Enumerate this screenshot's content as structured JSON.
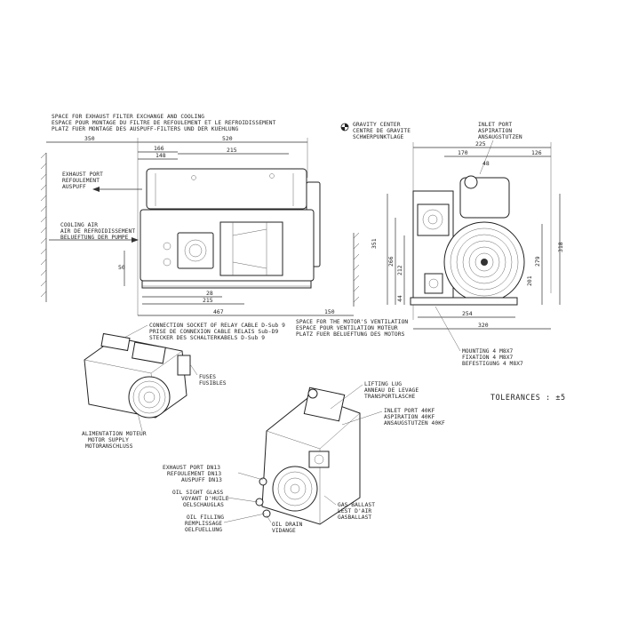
{
  "labels": {
    "exhaust_filter_space": [
      "SPACE FOR EXHAUST FILTER EXCHANGE AND COOLING",
      "ESPACE POUR MONTAGE DU FILTRE DE REFOULEMENT ET LE REFROIDISSEMENT",
      "PLATZ FUER MONTAGE DES AUSPUFF-FILTERS UND DER KUEHLUNG"
    ],
    "gravity_center": [
      "GRAVITY CENTER",
      "CENTRE DE GRAVITE",
      "SCHWERPUNKTLAGE"
    ],
    "inlet_port_top": [
      "INLET PORT",
      "ASPIRATION",
      "ANSAUGSTUTZEN"
    ],
    "exhaust_port_left": [
      "EXHAUST PORT",
      "REFOULEMENT",
      "AUSPUFF"
    ],
    "cooling_air": [
      "COOLING AIR",
      "AIR DE REFROIDISSEMENT",
      "BELUEFTUNG DER PUMPE"
    ],
    "connection_socket": [
      "CONNECTION SOCKET OF RELAY CABLE D-Sub 9",
      "PRISE DE CONNEXION CABLE RELAIS Sub-D9",
      "STECKER DES SCHALTERKABELS D-Sub 9"
    ],
    "motor_ventilation": [
      "SPACE FOR THE MOTOR'S VENTILATION",
      "ESPACE POUR VENTILATION MOTEUR",
      "PLATZ FUER BELUEFTUNG DES MOTORS"
    ],
    "mounting": [
      "MOUNTING 4 M8X7",
      "FIXATION 4 M8X7",
      "BEFESTIGUNG 4 M8X7"
    ],
    "fuses": [
      "FUSES",
      "FUSIBLES"
    ],
    "power_supply": [
      "ALIMENTATION MOTEUR",
      "MOTOR SUPPLY",
      "MOTORANSCHLUSS"
    ],
    "lifting_lug": [
      "LIFTING LUG",
      "ANNEAU DE LEVAGE",
      "TRANSPORTLASCHE"
    ],
    "inlet_port_iso": [
      "INLET PORT 40KF",
      "ASPIRATION 40KF",
      "ANSAUGSTUTZEN 40KF"
    ],
    "exhaust_port_iso": [
      "EXHAUST PORT DN13",
      "REFOULEMENT DN13",
      "AUSPUFF DN13"
    ],
    "oil_sight_glass": [
      "OIL SIGHT GLASS",
      "VOYANT D'HUILE",
      "OELSCHAUGLAS"
    ],
    "oil_filling": [
      "OIL FILLING",
      "REMPLISSAGE",
      "OELFUELLUNG"
    ],
    "oil_drain": [
      "OIL DRAIN",
      "VIDANGE"
    ],
    "gas_ballast": [
      "GAS BALLAST",
      "LEST D'AIR",
      "GASBALLAST"
    ],
    "tolerances": "TOLERANCES : ±5"
  },
  "dimensions": {
    "d350": "350",
    "d520": "520",
    "d166": "166",
    "d148": "148",
    "d215a": "215",
    "d50": "50",
    "d28": "28",
    "d215b": "215",
    "d467": "467",
    "d150": "150",
    "d225": "225",
    "d170": "170",
    "d126": "126",
    "d48": "48",
    "d351": "351",
    "d266": "266",
    "d212": "212",
    "d44": "44",
    "d318": "318",
    "d279": "279",
    "d201": "201",
    "d254": "254",
    "d320": "320"
  }
}
